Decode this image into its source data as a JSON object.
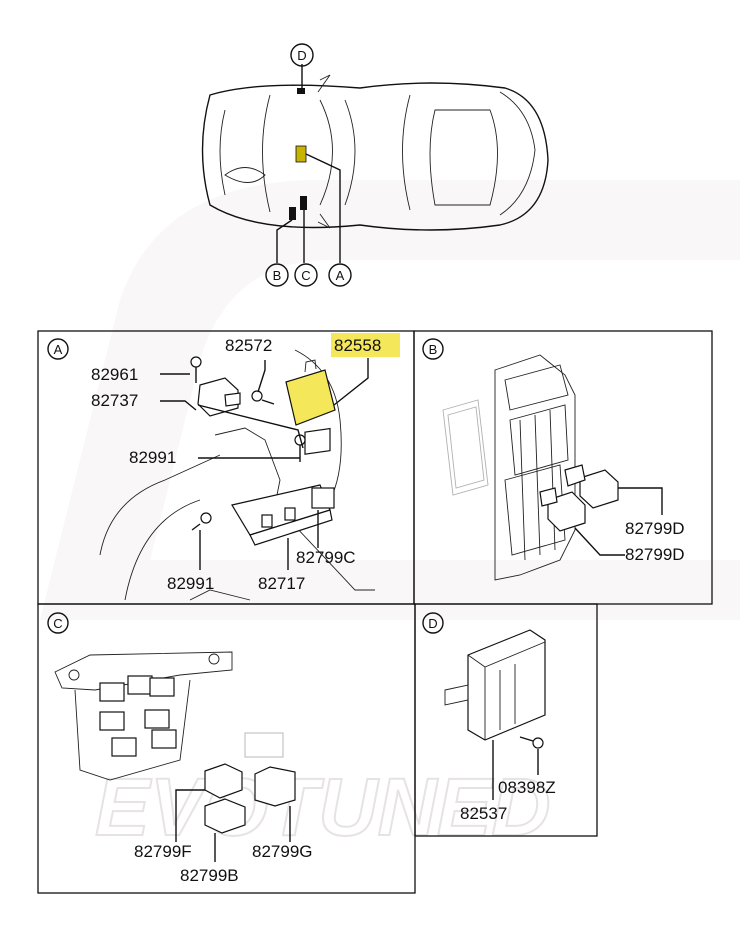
{
  "callouts": {
    "top_d": "D",
    "top_b": "B",
    "top_c": "C",
    "top_a": "A"
  },
  "panels": {
    "a": {
      "letter": "A",
      "labels": {
        "p82572": "82572",
        "p82558": "82558",
        "p82961": "82961",
        "p82737": "82737",
        "p82991_top": "82991",
        "p82991_bottom": "82991",
        "p82717": "82717",
        "p82799c": "82799C"
      }
    },
    "b": {
      "letter": "B",
      "labels": {
        "p82799d_1": "82799D",
        "p82799d_2": "82799D"
      }
    },
    "c": {
      "letter": "C",
      "labels": {
        "p82799f": "82799F",
        "p82799g": "82799G",
        "p82799b": "82799B"
      }
    },
    "d": {
      "letter": "D",
      "labels": {
        "p08398z": "08398Z",
        "p82537": "82537"
      }
    }
  },
  "highlight_color": "#f5e75a",
  "watermark": {
    "text": "EVOTUNED"
  }
}
